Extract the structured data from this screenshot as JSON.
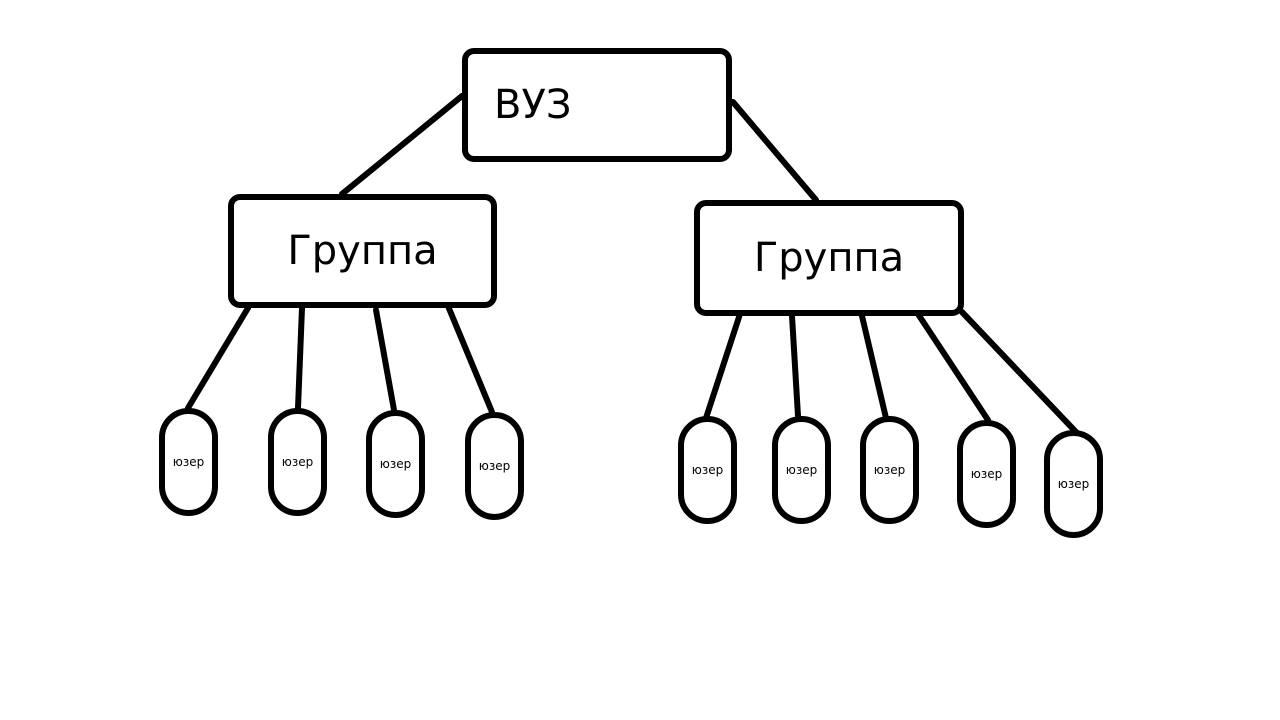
{
  "root": {
    "label": "ВУЗ"
  },
  "groups": [
    {
      "label": "Группа",
      "users": [
        "юзер",
        "юзер",
        "юзер",
        "юзер"
      ]
    },
    {
      "label": "Группа",
      "users": [
        "юзер",
        "юзер",
        "юзер",
        "юзер",
        "юзер"
      ]
    }
  ],
  "colors": {
    "stroke": "#000000",
    "background": "#ffffff"
  }
}
